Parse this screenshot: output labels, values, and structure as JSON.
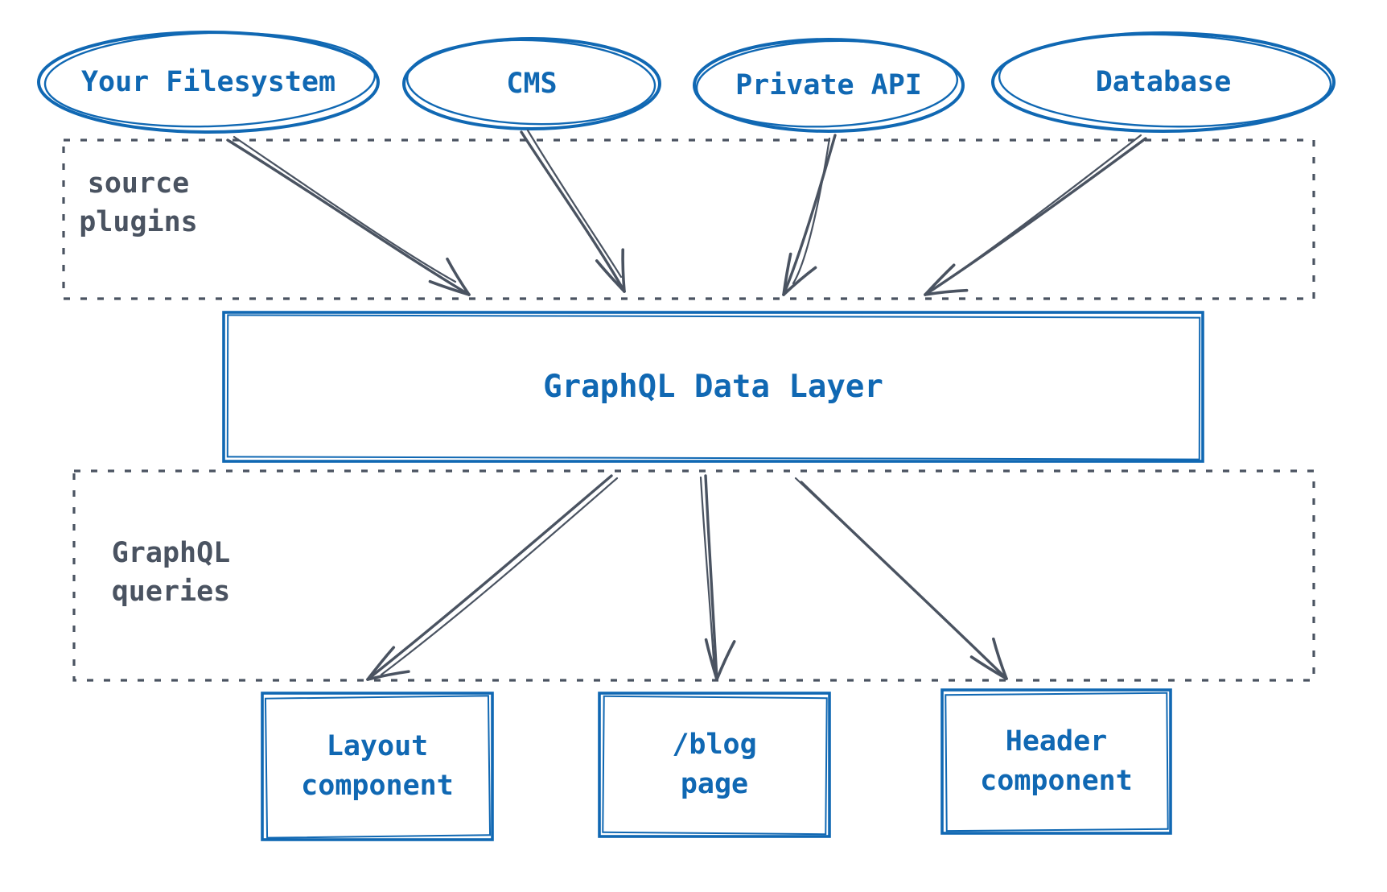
{
  "colors": {
    "node_blue": "#1068b3",
    "annotation_gray": "#4a5361",
    "background": "#ffffff"
  },
  "source_nodes": [
    {
      "label": "Your Filesystem"
    },
    {
      "label": "CMS"
    },
    {
      "label": "Private API"
    },
    {
      "label": "Database"
    }
  ],
  "group_labels": {
    "source_plugins": "source\nplugins",
    "graphql_queries": "GraphQL\nqueries"
  },
  "data_layer": {
    "label": "GraphQL Data Layer"
  },
  "output_nodes": [
    {
      "label": "Layout\ncomponent"
    },
    {
      "label": "/blog\npage"
    },
    {
      "label": "Header\ncomponent"
    }
  ]
}
